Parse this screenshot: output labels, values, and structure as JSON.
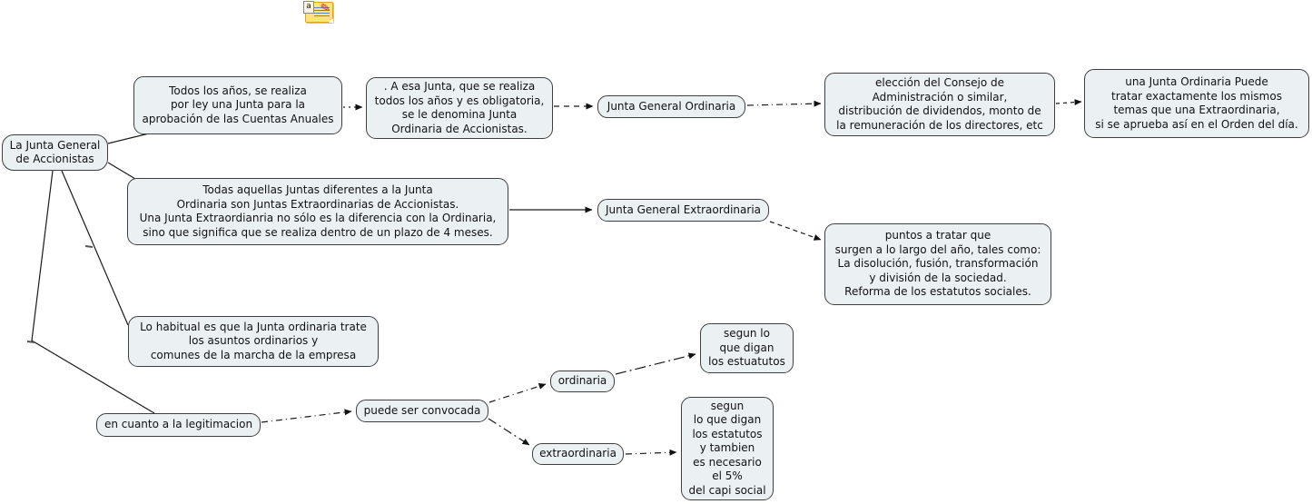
{
  "app": {
    "annotation_icon_letter": "a",
    "pencil_glyph": "✎"
  },
  "colors": {
    "background": "#ffffff",
    "node_fill": "#ebf1f3",
    "node_border": "#3f3f3f",
    "line": "#1a1a1a",
    "icon_yellow": "#ffe380",
    "pencil_red": "#cf2a1b"
  },
  "nodes": {
    "main": {
      "text": "La Junta General\nde Accionistas"
    },
    "todos": {
      "text": "Todos los años, se realiza\npor ley una Junta para la\naprobación de las Cuentas Anuales"
    },
    "aesa": {
      "text": ". A esa Junta, que se realiza\ntodos los años y es obligatoria,\nse le denomina Junta\nOrdinaria de Accionistas."
    },
    "jgo": {
      "text": "Junta General Ordinaria"
    },
    "eleccion": {
      "text": "elección del Consejo de\nAdministración o similar,\ndistribución de dividendos, monto de\nla remuneración de los directores, etc"
    },
    "una_junta": {
      "text": "una Junta Ordinaria Puede\ntratar exactamente los mismos\ntemas que una Extraordinaria,\nsi se aprueba así en el Orden del día."
    },
    "todas": {
      "text": "Todas aquellas Juntas diferentes a la Junta\nOrdinaria son Juntas Extraordinarias de Accionistas.\nUna Junta Extraordianria no sólo es la diferencia con la Ordinaria,\nsino que significa que se realiza dentro de un plazo de 4 meses."
    },
    "jge": {
      "text": "Junta General Extraordinaria"
    },
    "puntos": {
      "text": "puntos a tratar que\nsurgen a lo largo del año, tales como:\nLa disolución, fusión, transformación\ny división de la sociedad.\nReforma de los estatutos sociales."
    },
    "habitual": {
      "text": "Lo habitual es que la Junta ordinaria trate\nlos asuntos ordinarios y\ncomunes de la marcha de la empresa"
    },
    "legitimacion": {
      "text": "en cuanto a la legitimacion"
    },
    "convocada": {
      "text": "puede ser convocada"
    },
    "ordinaria": {
      "text": "ordinaria"
    },
    "segun_ord": {
      "text": "segun lo\nque digan\nlos estuatutos"
    },
    "extraordinaria": {
      "text": "extraordinaria"
    },
    "segun_ext": {
      "text": "segun\nlo que digan\nlos estatutos\ny tambien\nes necesario\nel 5%\ndel capi social"
    }
  },
  "edges": [
    {
      "from": "main",
      "to": "todos",
      "style": "solid",
      "arrow": false
    },
    {
      "from": "main",
      "to": "todas",
      "style": "solid",
      "arrow": false
    },
    {
      "from": "main",
      "to": "habitual",
      "style": "solid",
      "arrow": false
    },
    {
      "from": "main",
      "to": "legitimacion",
      "style": "solid",
      "arrow": false
    },
    {
      "from": "todos",
      "to": "aesa",
      "style": "dashed",
      "arrow": true
    },
    {
      "from": "aesa",
      "to": "jgo",
      "style": "dashed",
      "arrow": true
    },
    {
      "from": "jgo",
      "to": "eleccion",
      "style": "dash-dot",
      "arrow": true
    },
    {
      "from": "eleccion",
      "to": "una_junta",
      "style": "dashed",
      "arrow": true
    },
    {
      "from": "todas",
      "to": "jge",
      "style": "solid",
      "arrow": true
    },
    {
      "from": "jge",
      "to": "puntos",
      "style": "dashed",
      "arrow": true
    },
    {
      "from": "legitimacion",
      "to": "convocada",
      "style": "dash-dot",
      "arrow": true
    },
    {
      "from": "convocada",
      "to": "ordinaria",
      "style": "dash-dot",
      "arrow": true
    },
    {
      "from": "ordinaria",
      "to": "segun_ord",
      "style": "dash-dot",
      "arrow": true
    },
    {
      "from": "convocada",
      "to": "extraordinaria",
      "style": "dash-dot",
      "arrow": true
    },
    {
      "from": "extraordinaria",
      "to": "segun_ext",
      "style": "dash-dot",
      "arrow": true
    }
  ]
}
